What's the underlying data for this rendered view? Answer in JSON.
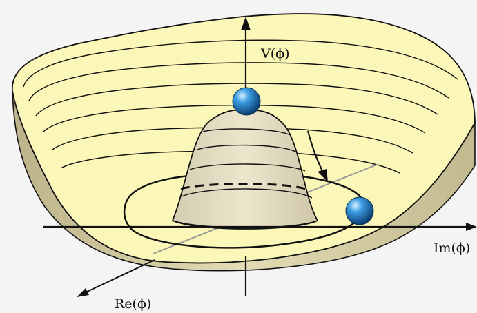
{
  "labels": {
    "potential_axis": "V(ϕ)",
    "imaginary_axis": "Im(ϕ)",
    "real_axis": "Re(ϕ)"
  },
  "colors": {
    "background": "#f4f4f4",
    "bowl_inner": "#fbf7b8",
    "bowl_side": "#dcd4a6",
    "hump": "#e5dec3",
    "ball": "#1d77b8",
    "line": "#111111"
  },
  "icons": {
    "ball": "sphere"
  }
}
